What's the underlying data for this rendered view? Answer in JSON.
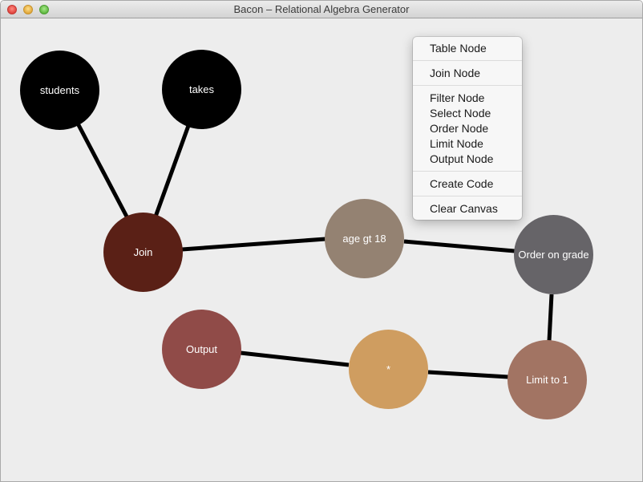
{
  "window": {
    "title": "Bacon – Relational Algebra Generator"
  },
  "nodes": {
    "students": {
      "label": "students",
      "color": "#000000"
    },
    "takes": {
      "label": "takes",
      "color": "#000000"
    },
    "join": {
      "label": "Join",
      "color": "#5a2016"
    },
    "filter": {
      "label": "age gt 18",
      "color": "#948272"
    },
    "order": {
      "label": "Order on grade",
      "color": "#666468"
    },
    "limit": {
      "label": "Limit to 1",
      "color": "#a27463"
    },
    "select": {
      "label": "*",
      "color": "#cf9d60"
    },
    "output": {
      "label": "Output",
      "color": "#904b48"
    }
  },
  "context_menu": {
    "items": [
      "Table Node",
      "Join Node",
      "Filter Node",
      "Select Node",
      "Order Node",
      "Limit Node",
      "Output Node",
      "Create Code",
      "Clear Canvas"
    ]
  }
}
